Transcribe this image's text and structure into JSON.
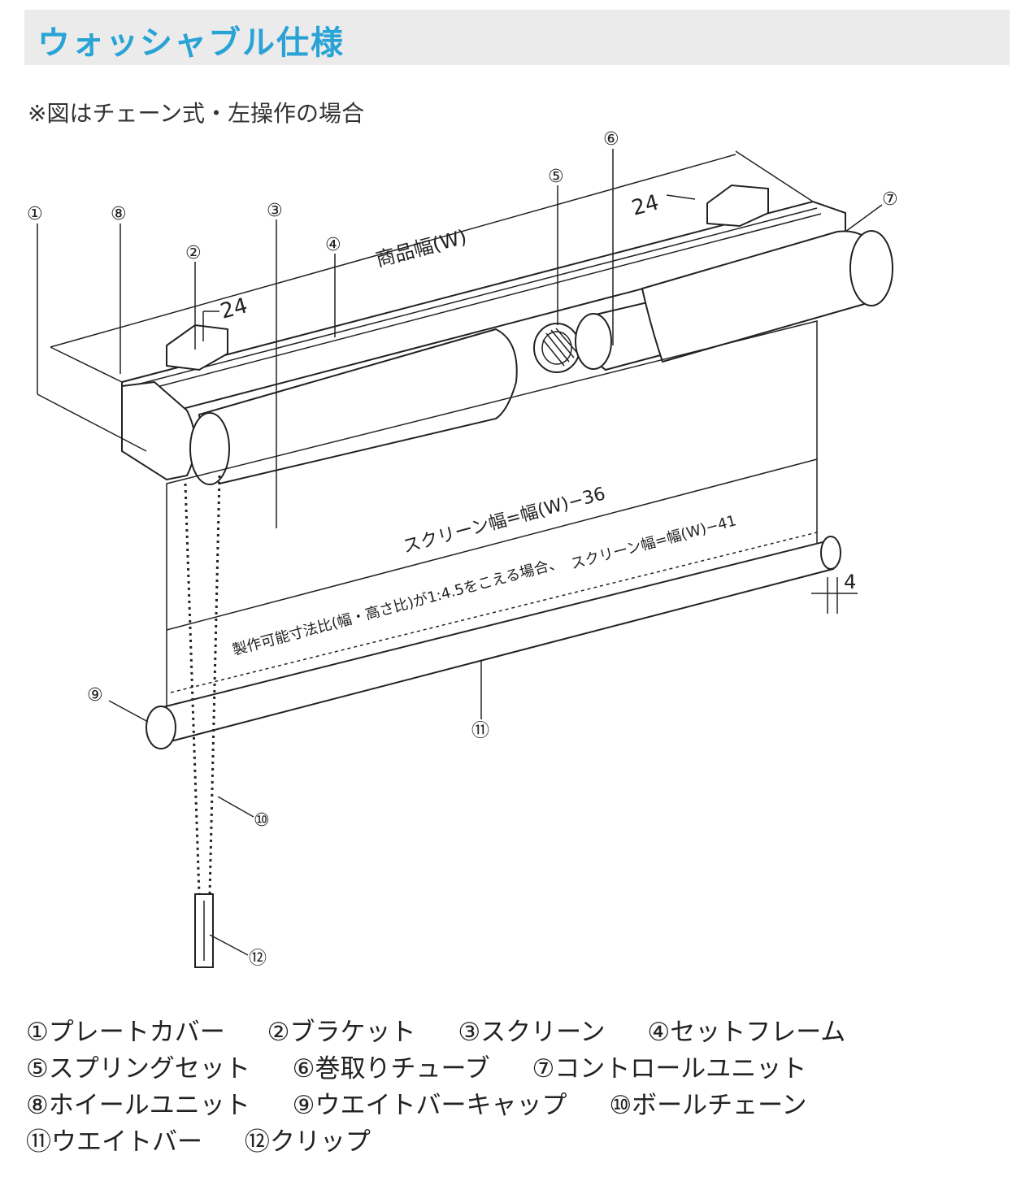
{
  "header": {
    "title": "ウォッシャブル仕様"
  },
  "note": "※図はチェーン式・左操作の場合",
  "diagram": {
    "callouts": [
      "①",
      "②",
      "③",
      "④",
      "⑤",
      "⑥",
      "⑦",
      "⑧",
      "⑨",
      "⑩",
      "⑪",
      "⑫"
    ],
    "dim_product_width": "商品幅(W)",
    "dim_24_left": "24",
    "dim_24_right": "24",
    "dim_4": "4",
    "screen_width": "スクリーン幅=幅(W)−36",
    "screen_width_alt": "スクリーン幅=幅(W)−41",
    "ratio_note": "製作可能寸法比(幅・高さ比)が1:4.5をこえる場合、"
  },
  "legend": [
    [
      {
        "num": "①",
        "name": "プレートカバー"
      },
      {
        "num": "②",
        "name": "ブラケット"
      },
      {
        "num": "③",
        "name": "スクリーン"
      },
      {
        "num": "④",
        "name": "セットフレーム"
      }
    ],
    [
      {
        "num": "⑤",
        "name": "スプリングセット"
      },
      {
        "num": "⑥",
        "name": "巻取りチューブ"
      },
      {
        "num": "⑦",
        "name": "コントロールユニット"
      }
    ],
    [
      {
        "num": "⑧",
        "name": "ホイールユニット"
      },
      {
        "num": "⑨",
        "name": "ウエイトバーキャップ"
      },
      {
        "num": "⑩",
        "name": "ボールチェーン"
      }
    ],
    [
      {
        "num": "⑪",
        "name": "ウエイトバー"
      },
      {
        "num": "⑫",
        "name": "クリップ"
      }
    ]
  ]
}
